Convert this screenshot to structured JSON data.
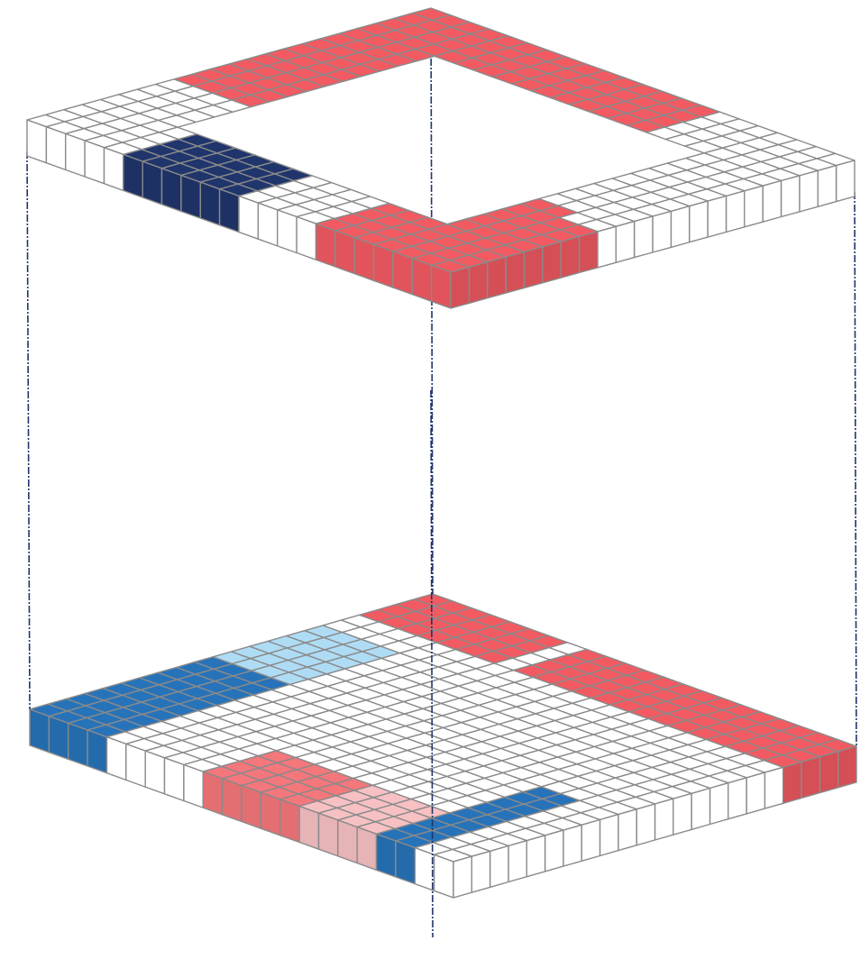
{
  "diagram": {
    "grid_size": 22,
    "colors": {
      "white": "#ffffff",
      "red": "#f25a62",
      "light_red": "#f4777c",
      "pink": "#f7c1c4",
      "navy": "#1f356c",
      "blue": "#2773b9",
      "light_blue": "#afdcf5",
      "grid_line": "#8a8a8a",
      "connector": "#1f356c"
    },
    "layers": [
      {
        "name": "upper-layer",
        "ring_width": 4,
        "center_visible": false,
        "regions": [
          {
            "name": "top-left-red-strip",
            "color": "red",
            "cells": [
              [
                3,
                0,
                13,
                3
              ]
            ]
          },
          {
            "name": "top-right-red-strip",
            "color": "red",
            "cells": [
              [
                0,
                0,
                2,
                2
              ],
              [
                0,
                3,
                3,
                14
              ]
            ]
          },
          {
            "name": "right-red-strip",
            "color": "red",
            "cells": [
              [
                13,
                18,
                21,
                19
              ],
              [
                14,
                15,
                21,
                21
              ]
            ]
          },
          {
            "name": "front-navy-block",
            "color": "navy",
            "cells": [
              [
                18,
                5,
                21,
                10
              ]
            ]
          }
        ]
      },
      {
        "name": "lower-layer",
        "ring_width": 4,
        "center_visible": true,
        "regions": [
          {
            "name": "back-left-red-strip",
            "color": "red",
            "cells": [
              [
                0,
                0,
                3,
                6
              ]
            ]
          },
          {
            "name": "back-right-red-strip",
            "color": "red",
            "cells": [
              [
                0,
                8,
                3,
                21
              ]
            ]
          },
          {
            "name": "left-light-blue-strip",
            "color": "light_blue",
            "cells": [
              [
                6,
                0,
                11,
                3
              ],
              [
                4,
                4,
                7,
                5
              ]
            ]
          },
          {
            "name": "front-left-blue-block",
            "color": "blue",
            "cells": [
              [
                11,
                0,
                21,
                3
              ]
            ]
          },
          {
            "name": "right-blue-block",
            "color": "blue",
            "cells": [
              [
                13,
                18,
                21,
                19
              ]
            ]
          },
          {
            "name": "front-right-pink-block",
            "color": "pink",
            "cells": [
              [
                13,
                14,
                21,
                18
              ]
            ]
          },
          {
            "name": "front-right-red-block",
            "color": "light_red",
            "cells": [
              [
                18,
                9,
                21,
                13
              ]
            ]
          }
        ]
      }
    ]
  }
}
